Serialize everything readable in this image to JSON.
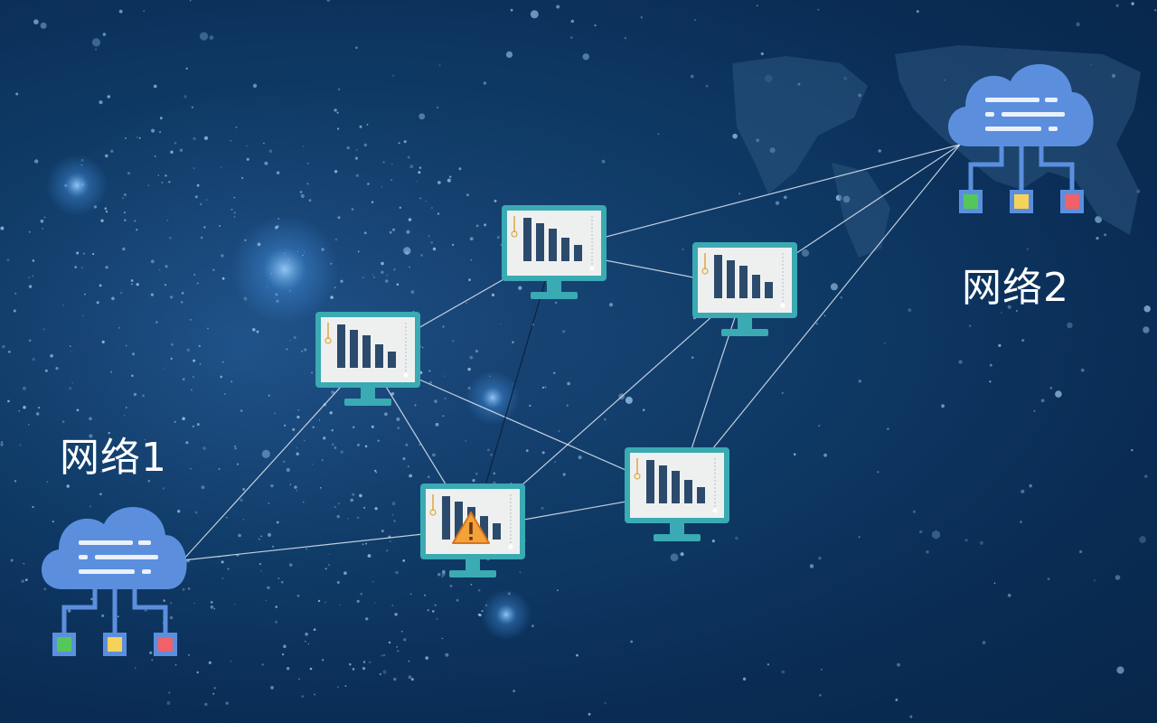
{
  "networks": [
    {
      "id": "net1",
      "label": "网络1",
      "port_colors": [
        "#54c75a",
        "#f5d35a",
        "#f0616a"
      ]
    },
    {
      "id": "net2",
      "label": "网络2",
      "port_colors": [
        "#54c75a",
        "#f5d35a",
        "#f0616a"
      ]
    }
  ],
  "monitors": [
    {
      "id": "m1",
      "warning": false
    },
    {
      "id": "m2",
      "warning": false
    },
    {
      "id": "m3",
      "warning": false
    },
    {
      "id": "m4",
      "warning": true
    },
    {
      "id": "m5",
      "warning": false
    }
  ],
  "connections": [
    [
      "net1",
      "m2"
    ],
    [
      "net1",
      "m4"
    ],
    [
      "m2",
      "m1"
    ],
    [
      "m2",
      "m4"
    ],
    [
      "m2",
      "m5"
    ],
    [
      "m1",
      "m3"
    ],
    [
      "m1",
      "net2"
    ],
    [
      "m1",
      "m4"
    ],
    [
      "m3",
      "m4"
    ],
    [
      "m3",
      "m5"
    ],
    [
      "m3",
      "net2"
    ],
    [
      "m4",
      "m5"
    ],
    [
      "m5",
      "net2"
    ]
  ],
  "colors": {
    "background": "#0c2f5a",
    "cloud": "#5b8fde",
    "monitor_frame": "#3aaab3",
    "screen": "#eef0f0",
    "bar": "#2c4b6c",
    "line": "#dfe9f5",
    "warning": "#f3a23a"
  }
}
